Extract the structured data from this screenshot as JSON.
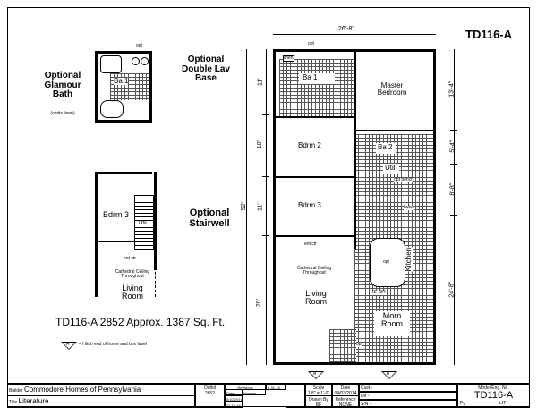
{
  "plan": {
    "model_title": "TD116-A",
    "summary": "TD116-A 2852  Approx. 1387 Sq. Ft.",
    "hitch_legend": "= Hitch end of home and box label",
    "width_dim": "26'-8\"",
    "length_dim": "52'",
    "left_dims": [
      "11'",
      "10'",
      "11'",
      "20'"
    ],
    "right_dims": [
      "13'-4\"",
      "5'-4\"",
      "8'-8\"",
      "24'-8\""
    ],
    "hitch_markers": [
      "A",
      "B"
    ],
    "rooms": {
      "ba1": "Ba 1",
      "master": "Master Bedroom",
      "bdrm2": "Bdrm 2",
      "bdrm3": "Bdrm 3",
      "ba2": "Ba 2",
      "util": "Util",
      "kitchen": "Kitchen",
      "living": "Living Room",
      "morn": "Morn Room"
    },
    "notes": {
      "opt": "opt",
      "linen": "linen",
      "ent_ctr": "ent ctr",
      "cathedral": "Cathedral Ceiling Throughout",
      "hutch": "hutch",
      "bench": "opt bench",
      "shelf": "shelf",
      "island": "IS-184",
      "dn": "DN"
    }
  },
  "options": {
    "glamour": {
      "title": "Optional Glamour Bath",
      "sub": "(omits linen)",
      "room": "Ba 1",
      "opt": "opt"
    },
    "double_lav": "Optional Double Lav Base",
    "stairwell": {
      "title": "Optional Stairwell",
      "room": "Bdrm 3",
      "ent_ctr": "ent ctr",
      "cathedral": "Cathedral Ceiling Throughout",
      "living": "Living Room",
      "dn": "DN"
    }
  },
  "title_block": {
    "builder_label": "Builder",
    "builder": "Commodore Homes of Pennsylvania",
    "title_label": "Title",
    "title": "Literature",
    "outlot_label": "Outlot",
    "outlot": "2852",
    "revisions_label": "Revisions",
    "rev_date_label": "Date",
    "rev_number_label": "Number",
    "rev_top": "5-31-16",
    "rev_dates": [
      "5/10/2016",
      "11-17-16"
    ],
    "scale_label": "Scale",
    "scale": "1/8\" = 1'-0\"",
    "drawn_label": "Drawn By",
    "drawn": "BF",
    "date_label": "Date",
    "date": "04/03/2014",
    "reference_label": "Reference",
    "reference": "NONE",
    "cust": "Cust -",
    "dlr": "Dlr -",
    "sn": "S/N -",
    "model_label": "Model/Eng. No.",
    "model": "TD116-A",
    "pg_label": "Pg",
    "pg": "LIT"
  }
}
